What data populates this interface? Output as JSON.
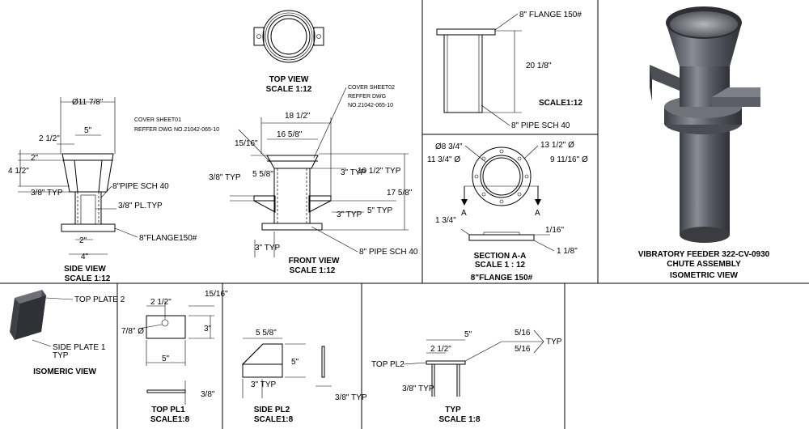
{
  "top_view": {
    "title": "TOP VIEW",
    "scale": "SCALE 1:12"
  },
  "side_view": {
    "title": "SIDE VIEW",
    "scale": "SCALE 1:12",
    "dia_117_8": "Ø11 7/8\"",
    "dim_5": "5\"",
    "dim_2_1_2": "2 1/2\"",
    "dim_2": "2\"",
    "dim_4_1_2": "4 1/2\"",
    "dim_3_8_typ": "3/8\" TYP",
    "pipe": "8\"PIPE SCH 40",
    "pl_typ": "3/8\" PL.TYP",
    "dim_2b": "2\"",
    "dim_4": "4\"",
    "flange": "8\"FLANGE150#"
  },
  "front_view": {
    "title": "FRONT VIEW",
    "scale": "SCALE 1:12",
    "cover1_a": "COVER SHEET01",
    "cover1_b": "REFFER DWG NO.21042-065-10",
    "cover2_a": "COVER SHEET02",
    "cover2_b": "REFFER DWG",
    "cover2_c": "NO.21042-065-10",
    "dim_18_1_2": "18 1/2\"",
    "dim_16_5_8": "16 5/8\"",
    "dim_15_16": "15/16\"",
    "dim_5_5_8": "5 5/8\"",
    "dim_3_8_typ": "3/8\" TYP",
    "dim_3_typ": "3\" TYP",
    "dim_10_1_2": "10 1/2\" TYP",
    "dim_17_5_8": "17 5/8\"",
    "dim_3_typ_b": "3\" TYP",
    "dim_5_typ": "5\" TYP",
    "dim_3_typ_c": "3\" TYP",
    "pipe": "8\" PIPE SCH 40"
  },
  "pipe_detail": {
    "flange": "8\" FLANGE 150#",
    "length": "20 1/8\"",
    "scale": "SCALE1:12",
    "pipe": "8\" PIPE SCH 40"
  },
  "flange_detail": {
    "d1": "Ø8 3/4\"",
    "d2": "13 1/2\" Ø",
    "d3": "11 3/4\" Ø",
    "d4": "9 11/16\" Ø",
    "section_a": "A",
    "section_a2": "A",
    "dim_1_3_4": "1 3/4\"",
    "dim_1_16": "1/16\"",
    "dim_1_1_8": "1 1/8\"",
    "section": "SECTION A-A",
    "scale": "SCALE 1 : 12",
    "title": "8\"FLANGE 150#"
  },
  "isometric": {
    "line1": "VIBRATORY FEEDER 322-CV-0930",
    "line2": "CHUTE ASSEMBLY",
    "line3": "ISOMETRIC VIEW"
  },
  "small_iso": {
    "top_plate": "TOP PLATE 2",
    "side_plate": "SIDE PLATE 1",
    "typ": "TYP",
    "title": "ISOMERIC VIEW"
  },
  "top_pl1": {
    "dim_2_1_2": "2 1/2\"",
    "dim_15_16": "15/16\"",
    "dim_3": "3\"",
    "dia": "7/8\" Ø",
    "dim_5": "5\"",
    "thk": "3/8\"",
    "title": "TOP PL1",
    "scale": "SCALE1:8"
  },
  "side_pl2": {
    "dim_5_5_8": "5 5/8\"",
    "dim_5": "5\"",
    "dim_3": "3\" TYP",
    "thk": "3/8\" TYP",
    "title": "SIDE PL2",
    "scale": "SCALE1:8"
  },
  "typ_detail": {
    "dim_5": "5\"",
    "dim_2_1_2": "2 1/2\"",
    "top_pl2": "TOP PL2",
    "dim_3_8": "3/8\" TYP",
    "weld1": "5/16",
    "weld2": "5/16",
    "weld_typ": "TYP",
    "title": "TYP",
    "scale": "SCALE 1:8"
  }
}
